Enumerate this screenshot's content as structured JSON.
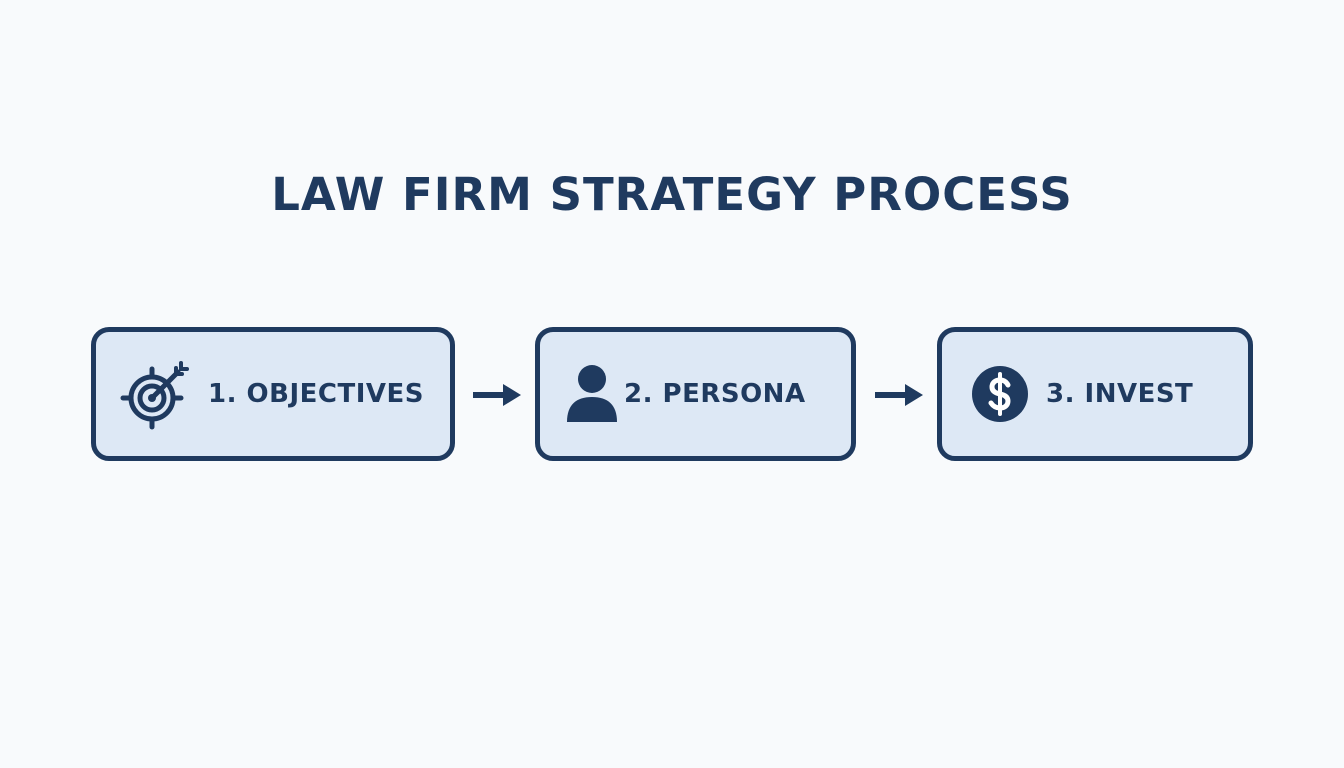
{
  "title": "LAW FIRM STRATEGY PROCESS",
  "colors": {
    "primary": "#1f3a5f",
    "box_fill": "#dde8f5",
    "background": "#f8fafc"
  },
  "steps": [
    {
      "label": "1. OBJECTIVES",
      "icon": "target-icon"
    },
    {
      "label": "2. PERSONA",
      "icon": "person-icon"
    },
    {
      "label": "3. INVEST",
      "icon": "dollar-icon"
    }
  ],
  "connectors": [
    {
      "from": "1. OBJECTIVES",
      "to": "2. PERSONA",
      "icon": "arrow-right-icon"
    },
    {
      "from": "2. PERSONA",
      "to": "3. INVEST",
      "icon": "arrow-right-icon"
    }
  ]
}
